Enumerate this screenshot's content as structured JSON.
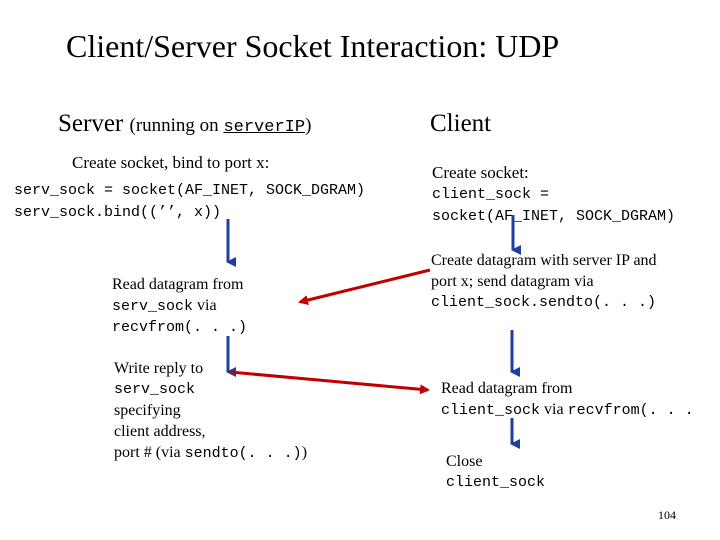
{
  "title": "Client/Server Socket Interaction: UDP",
  "server": {
    "heading": "Server",
    "heading_note_prefix": "(running on ",
    "heading_note_code": "serverIP",
    "heading_note_suffix": ")",
    "step1_label": "Create socket, bind to port x:",
    "step1_code_line1": "serv_sock = socket(AF_INET, SOCK_DGRAM)",
    "step1_code_line2": "serv_sock.bind((’’, x))",
    "step2_line1": "Read datagram from",
    "step2_code": "serv_sock",
    "step2_via": " via",
    "step2_code2": "recvfrom(. . .)",
    "step3_line1": "Write reply to",
    "step3_code": "serv_sock",
    "step3_line2": "specifying",
    "step3_line3": "client address,",
    "step3_line4_prefix": "port # (via ",
    "step3_line4_code": "sendto(. . .)",
    "step3_line4_suffix": ")"
  },
  "client": {
    "heading": "Client",
    "step1_label": "Create socket:",
    "step1_code_line1": "client_sock =",
    "step1_code_line2": "socket(AF_INET, SOCK_DGRAM)",
    "step2_line1": "Create datagram with server IP and",
    "step2_line2": "port x; send datagram via",
    "step2_code": "client_sock.sendto(. . .)",
    "step3_line1": "Read datagram from",
    "step3_code": "client_sock",
    "step3_via": " via ",
    "step3_code2": "recvfrom(. . .",
    "step4_line1": "Close",
    "step4_code": "client_sock"
  },
  "page_number": "104",
  "colors": {
    "arrow_red": "#c00000",
    "arrow_blue": "#1f3fa0",
    "text": "#000000"
  }
}
